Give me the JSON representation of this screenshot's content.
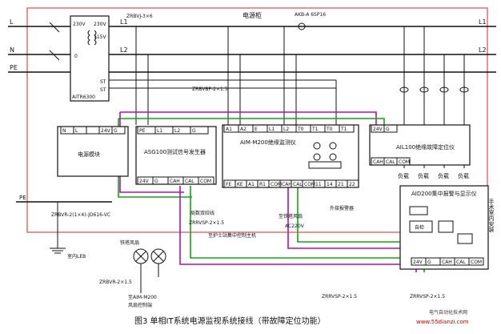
{
  "lines": {
    "L": "L",
    "N": "N",
    "PE": "PE",
    "L1": "L1",
    "L2": "L2",
    "L1r": "L1",
    "L2r": "L2",
    "v230a": "230V",
    "v230b": "230V",
    "v115": "115V",
    "zero": "0",
    "st1": "ST",
    "st2": "ST",
    "cable1": "ZRBVJ-3×6",
    "cable2": "ZRBVBP-2×1.5",
    "dist": "电源柜",
    "breaker": "AKB-A 6SP16",
    "transformer": "AITR6300"
  },
  "modules": {
    "power": {
      "title": "电源模块",
      "terms": [
        "N",
        "L",
        "",
        "24V",
        "G"
      ]
    },
    "asg": {
      "title": "ASG100测试信号发生器",
      "top": [
        "PE",
        "L1",
        "L2",
        "G"
      ],
      "bottom": [
        "24V",
        "G",
        "CAH",
        "CAL",
        "COM"
      ]
    },
    "aim": {
      "title": "AIM-M200绝缘监测仪",
      "top": [
        "A1",
        "A2",
        "E",
        "L1",
        "L2",
        "T0",
        "T1",
        "T0",
        "T1"
      ],
      "bottom": [
        "FE",
        "KE",
        "A1",
        "R1",
        "COM",
        "CAH",
        "CAL",
        "COM",
        "11",
        "14",
        "21",
        "22"
      ]
    },
    "aiL": {
      "title": "AIL100绝缘故障定位仪",
      "top": [
        "24V",
        "G"
      ],
      "bottom": [
        "CAH",
        "CAL",
        "COM"
      ]
    },
    "aid": {
      "title": "AID200集中报警与显示仪",
      "btn1": "自检",
      "bottom": [
        "24V",
        "G",
        "CAH",
        "CAL",
        "COM"
      ]
    }
  },
  "labels": {
    "loads": [
      "负载",
      "负载",
      "负载",
      "负载"
    ],
    "pe": "PE",
    "pe_cable": "ZRBVR-2(1×4)-JD616-VC",
    "ground": "室内LEB",
    "fan": "铁塔风扇",
    "fan_cable": "ZRBVR-2×1.5",
    "fan_note1": "至AIM-M200",
    "fan_note2": "风扇控制端",
    "earth_sig": "局数双绞线",
    "earth_sig2": "ZRRVSP-2×1.5",
    "host": "至护士站集中控制主机",
    "ext": "外接报警器",
    "relay": "至铁塔风扇",
    "ac": "AC220V",
    "bus": "ZRRVSP-2×1.5",
    "bus2": "ZRRVSP-2×1.5",
    "side": "手术室内安装",
    "caption": "图3 单相IT系统电源监视系统接线（带故障定位功能）",
    "watermark1": "电气自动化技术网",
    "watermark2": "www.55dianzi.com"
  }
}
